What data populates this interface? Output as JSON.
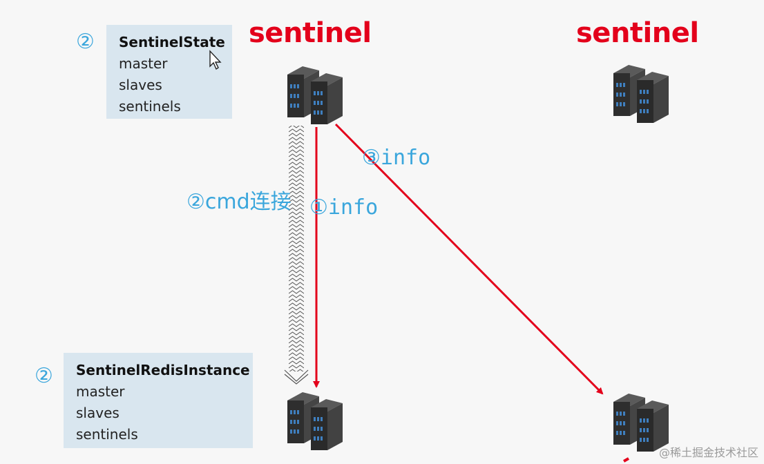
{
  "titles": {
    "sentinel_left": "sentinel",
    "sentinel_right": "sentinel"
  },
  "sentinel_state_box": {
    "marker": "②",
    "title": "SentinelState",
    "lines": [
      "master",
      "slaves",
      "sentinels"
    ]
  },
  "sentinel_redis_instance_box": {
    "marker": "②",
    "title": "SentinelRedisInstance",
    "lines": [
      "master",
      "slaves",
      "sentinels"
    ]
  },
  "arrows": {
    "cmd_label": "②cmd连接",
    "info_vertical_label": "①info",
    "info_diagonal_label": "③info"
  },
  "watermark": "@稀土掘金技术社区",
  "colors": {
    "accent_red": "#e3001b",
    "label_blue": "#3aa6dc",
    "box_bg": "#d9e6ef"
  }
}
